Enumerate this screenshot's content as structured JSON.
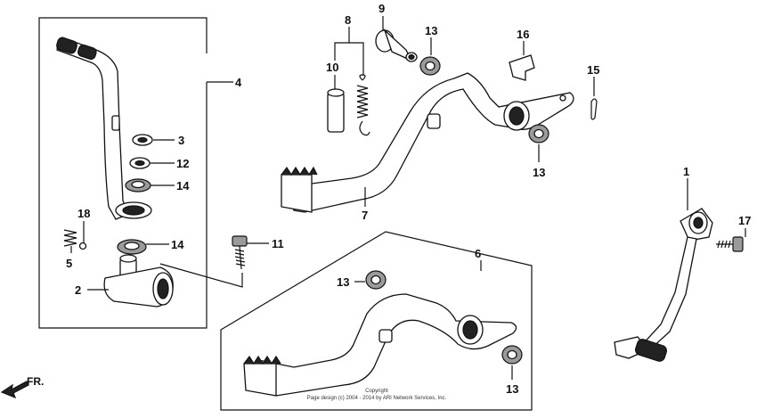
{
  "diagram": {
    "callouts": {
      "p1": "1",
      "p2": "2",
      "p3": "3",
      "p4": "4",
      "p5": "5",
      "p6": "6",
      "p7": "7",
      "p8": "8",
      "p9": "9",
      "p10": "10",
      "p11": "11",
      "p12": "12",
      "p13a": "13",
      "p13b": "13",
      "p13c": "13",
      "p13d": "13",
      "p14a": "14",
      "p14b": "14",
      "p15": "15",
      "p16": "16",
      "p17": "17",
      "p18": "18"
    },
    "direction_label": "FR.",
    "copyright_line1": "Copyright",
    "copyright_line2": "Page design (c) 2004 - 2014 by ARI Network Services, Inc."
  }
}
